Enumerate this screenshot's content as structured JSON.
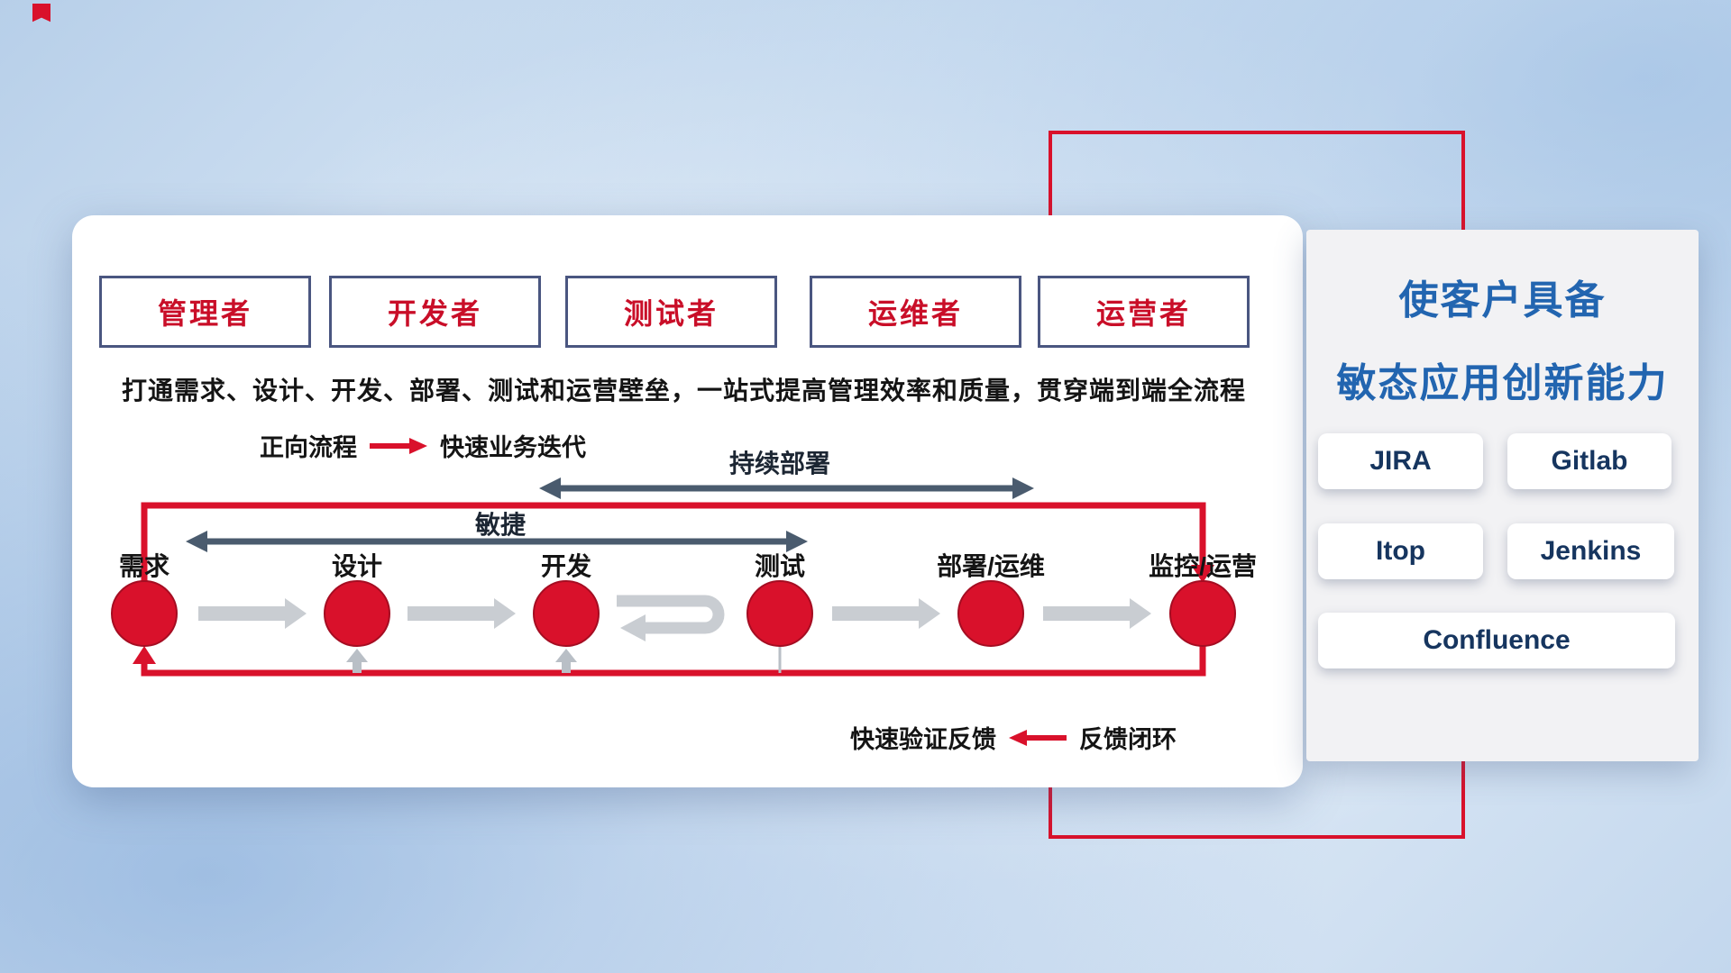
{
  "header": {
    "roles": [
      "管理者",
      "开发者",
      "测试者",
      "运维者",
      "运营者"
    ]
  },
  "description": "打通需求、设计、开发、部署、测试和运营壁垒，一站式提高管理效率和质量，贯穿端到端全流程",
  "legends": {
    "forward": {
      "label": "正向流程",
      "value": "快速业务迭代"
    },
    "feedback": {
      "label": "快速验证反馈",
      "value": "反馈闭环"
    }
  },
  "flow": {
    "stages": [
      "需求",
      "设计",
      "开发",
      "测试",
      "部署/运维",
      "监控/运营"
    ],
    "spans": {
      "agile": "敏捷",
      "continuous_deploy": "持续部署"
    }
  },
  "right_panel": {
    "title_line1": "使客户具备",
    "title_line2": "敏态应用创新能力",
    "tools": [
      "JIRA",
      "Gitlab",
      "Itop",
      "Jenkins",
      "Confluence"
    ]
  },
  "colors": {
    "accent_red": "#d9112b",
    "role_text_red": "#c90e28",
    "role_border_navy": "#4a5680",
    "span_arrow_slate": "#4a5b6e",
    "flow_arrow_gray": "#c9cdd2",
    "title_blue": "#2265b0",
    "tool_text_navy": "#16355f"
  }
}
